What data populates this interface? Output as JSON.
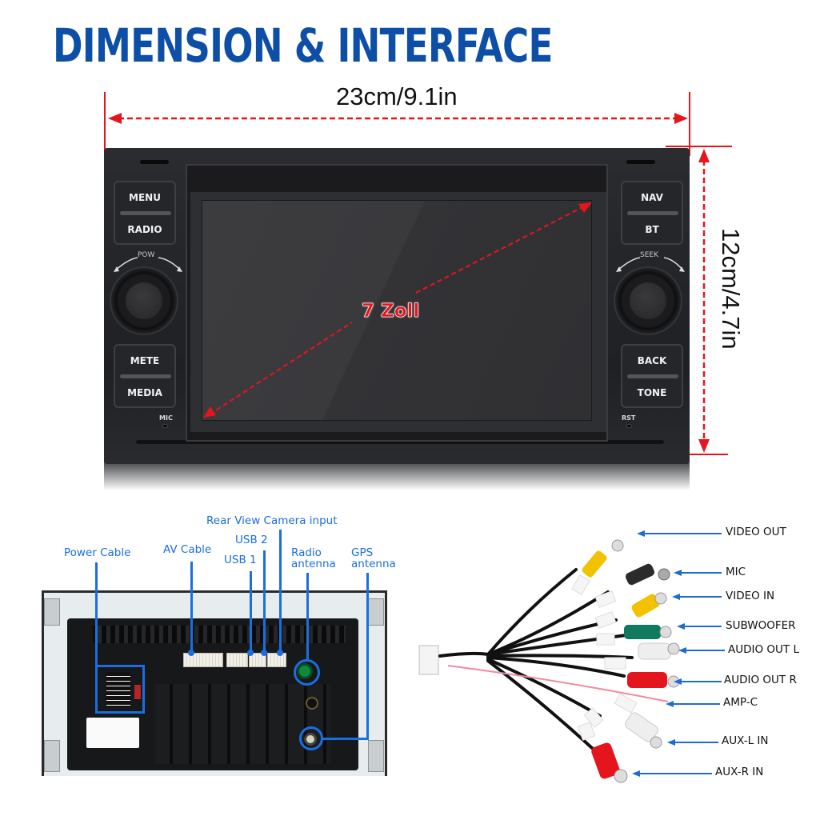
{
  "title": "DIMENSION & INTERFACE",
  "dimensions": {
    "width_label": "23cm/9.1in",
    "height_label": "12cm/4.7in",
    "screen_label": "7 Zoll",
    "annotation_color": "#e8141c"
  },
  "front_panel": {
    "left_buttons": [
      {
        "top": "MENU",
        "bottom": "RADIO"
      },
      {
        "top": "METE",
        "bottom": "MEDIA"
      }
    ],
    "right_buttons": [
      {
        "top": "NAV",
        "bottom": "BT"
      },
      {
        "top": "BACK",
        "bottom": "TONE"
      }
    ],
    "left_knob_label": "POW",
    "right_knob_label": "SEEK",
    "mic_label": "MIC",
    "reset_label": "RST"
  },
  "back_panel": {
    "callout_color": "#1a6fe0",
    "callouts": {
      "power_cable": "Power Cable",
      "av_cable": "AV Cable",
      "usb1": "USB 1",
      "usb2": "USB 2",
      "rear_camera": "Rear View Camera input",
      "radio_antenna_1": "Radio",
      "radio_antenna_2": "antenna",
      "gps_antenna_1": "GPS",
      "gps_antenna_2": "antenna"
    }
  },
  "av_harness": {
    "labels": [
      {
        "text": "VIDEO OUT",
        "plug_color": "#f2c200"
      },
      {
        "text": "MIC",
        "plug_color": "#2b2b2b"
      },
      {
        "text": "VIDEO IN",
        "plug_color": "#f2c200"
      },
      {
        "text": "SUBWOOFER",
        "plug_color": "#0f7a5e"
      },
      {
        "text": "AUDIO OUT L",
        "plug_color": "#eeeeee"
      },
      {
        "text": "AUDIO OUT R",
        "plug_color": "#e4151c"
      },
      {
        "text": "AMP-C",
        "plug_color": "#f08aa0"
      },
      {
        "text": "AUX-L IN",
        "plug_color": "#eeeeee"
      },
      {
        "text": "AUX-R IN",
        "plug_color": "#e4151c"
      }
    ]
  }
}
